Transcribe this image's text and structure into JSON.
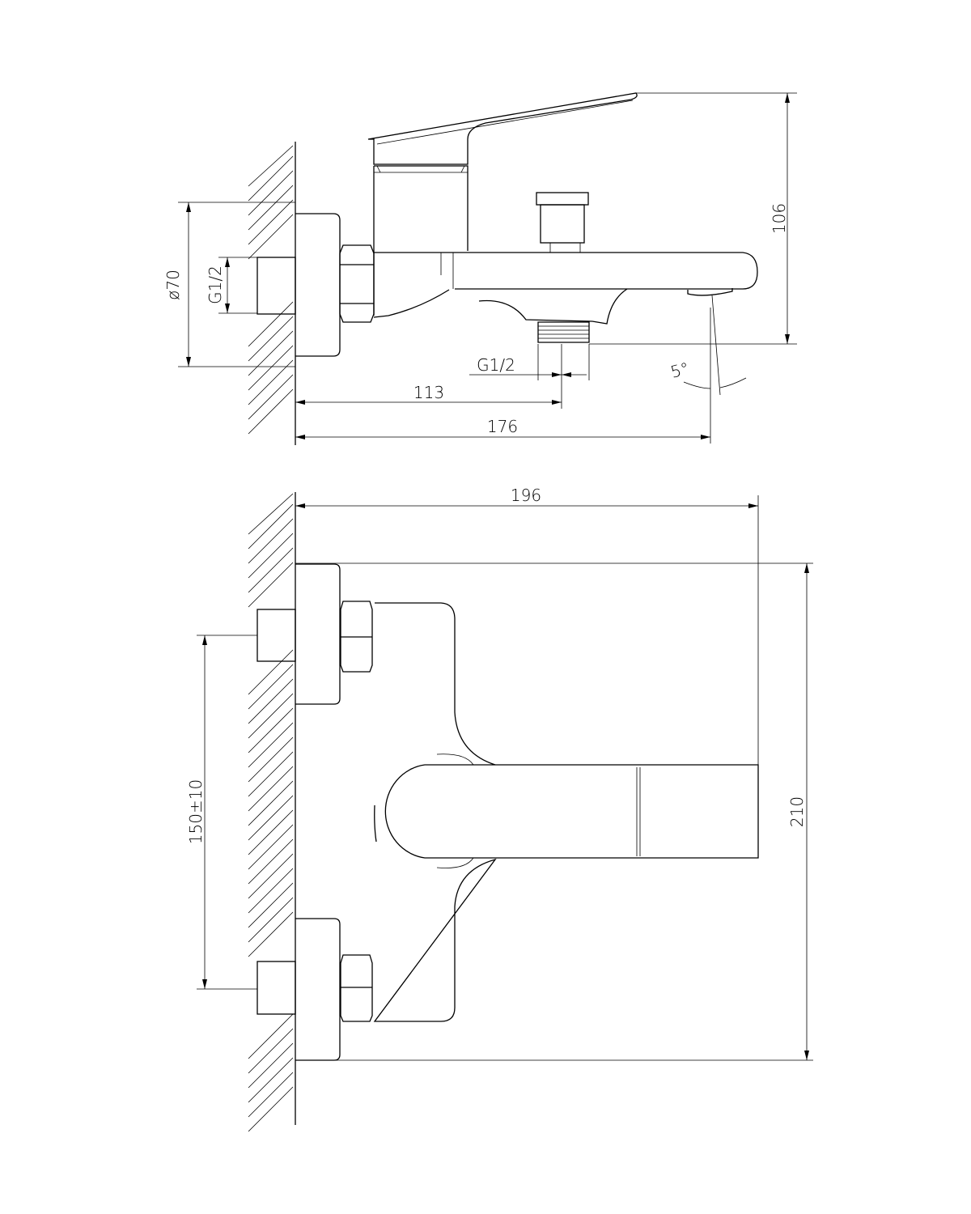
{
  "side_view": {
    "dims": {
      "flange_diameter": "ø70",
      "inlet_thread": "G1/2",
      "outlet_thread": "G1/2",
      "outlet_offset": "113",
      "spout_reach": "176",
      "height": "106",
      "spout_angle": "5°"
    }
  },
  "top_view": {
    "dims": {
      "total_depth": "196",
      "total_width": "210",
      "inlet_spacing": "150±10"
    }
  },
  "colors": {
    "line": "#000000",
    "background": "#ffffff"
  }
}
